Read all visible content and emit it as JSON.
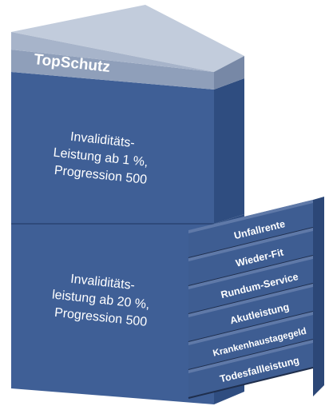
{
  "tower": {
    "cap_label": "TopSchutz",
    "upper_block": {
      "lines": [
        "Invaliditäts-",
        "Leistung ab 1 %,",
        "Progression 500"
      ]
    },
    "lower_block": {
      "lines": [
        "Invaliditäts-",
        "leistung ab 20 %,",
        "Progression 500"
      ]
    }
  },
  "module_stack": {
    "items": [
      "Unfallrente",
      "Wieder-Fit",
      "Rundum-Service",
      "Akutleistung",
      "Krankenhaustagegeld",
      "Todesfallleistung"
    ]
  },
  "colors": {
    "cap_top": "#c2ccdc",
    "cap_front": "#8f9fba",
    "block_front": "#3f5f96",
    "block_side": "#2f4d80",
    "slab_front": "#3e5d92",
    "slab_top": "#5f79a8",
    "edge_dark": "#1f2e4c",
    "text": "#ffffff"
  }
}
